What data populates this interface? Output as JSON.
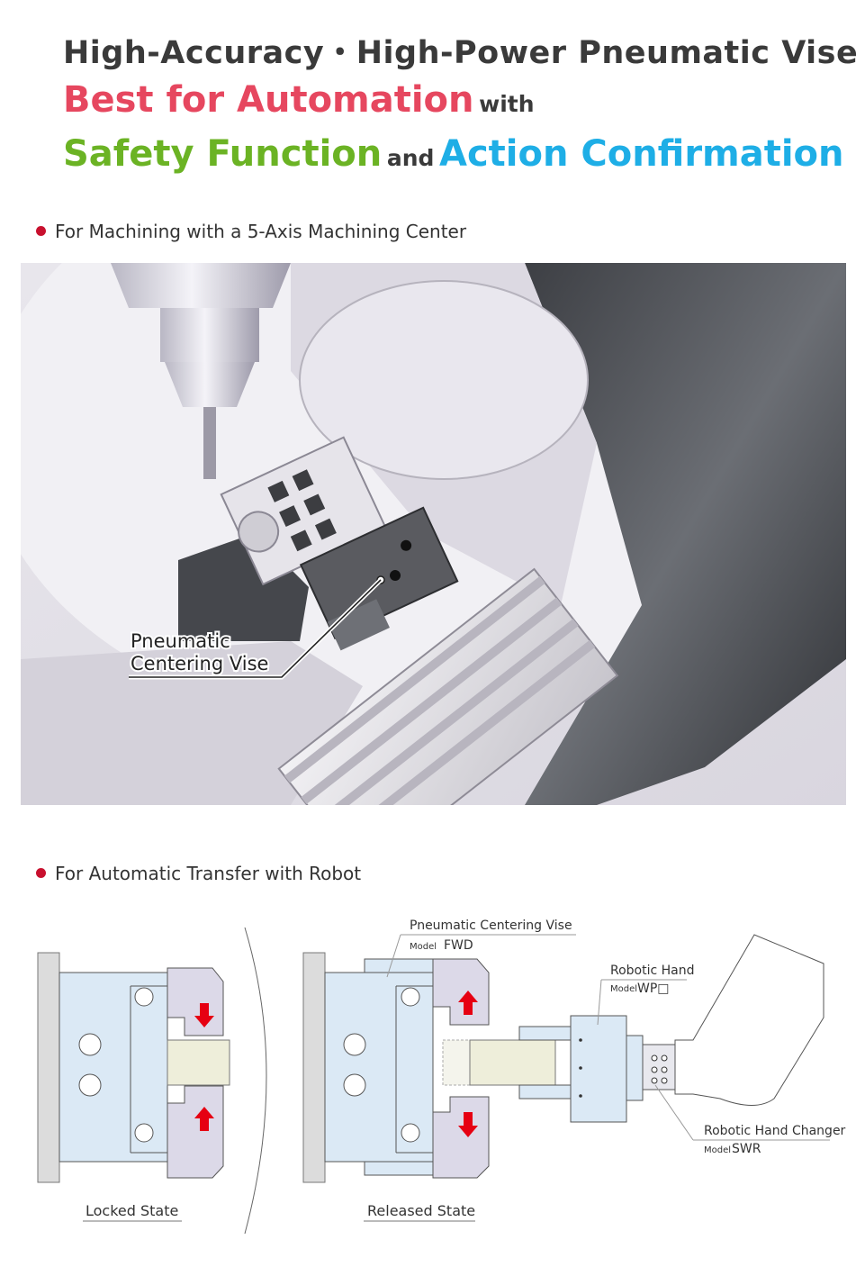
{
  "header": {
    "line1": "High-Accuracy・High-Power Pneumatic Vise",
    "line2_main": "Best for Automation",
    "line2_small": "with",
    "line3_part1": "Safety Function",
    "line3_small": "and",
    "line3_part2": "Action Confirmation"
  },
  "section1": {
    "heading": "For Machining with a 5-Axis Machining Center",
    "callout_line1": "Pneumatic",
    "callout_line2": "Centering Vise"
  },
  "section2": {
    "heading": "For Automatic Transfer with Robot",
    "vise_label": "Pneumatic Centering Vise",
    "vise_model_prefix": "Model",
    "vise_model": "FWD",
    "hand_label": "Robotic Hand",
    "hand_model_prefix": "Model",
    "hand_model": "WP□",
    "changer_label": "Robotic Hand Changer",
    "changer_model_prefix": "Model",
    "changer_model": "SWR",
    "locked_caption": "Locked State",
    "released_caption": "Released State"
  },
  "colors": {
    "accent_pink": "#e6475f",
    "accent_green": "#6bb324",
    "accent_blue": "#1eaee6",
    "bullet_red": "#c8102e",
    "arrow_red": "#e60012"
  }
}
